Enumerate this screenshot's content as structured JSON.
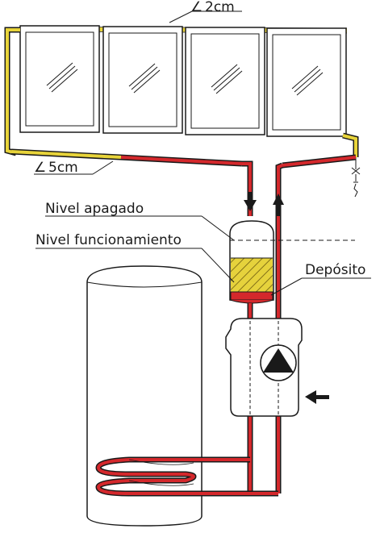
{
  "labels": {
    "slope_top": "2cm",
    "slope_bottom": "5cm",
    "level_off": "Nivel apagado",
    "level_running": "Nivel funcionamiento",
    "tank": "Depósito"
  },
  "slope_symbol": "∠",
  "colors": {
    "hot_pipe": "#d4282c",
    "cold_pipe": "#e8d43a",
    "outline": "#1a1a1a",
    "fill_liquid": "#e6d23c",
    "fill_bottom": "#d4282c"
  }
}
